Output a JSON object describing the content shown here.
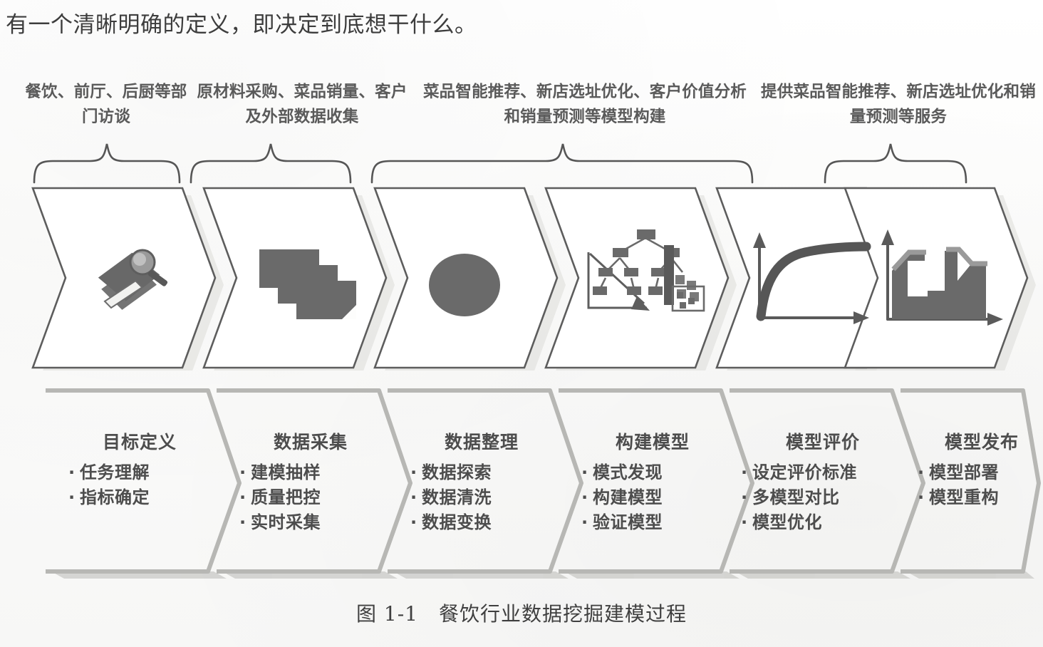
{
  "page": {
    "intro_text": "有一个清晰明确的定义，即决定到底想干什么。",
    "figure_caption": "图 1-1　餐饮行业数据挖掘建模过程"
  },
  "annotations": [
    {
      "id": "ann-interviews",
      "text": "餐饮、前厅、后厨等部门访谈",
      "spans_stages": "1"
    },
    {
      "id": "ann-data-collection",
      "text": "原材料采购、菜品销量、客户及外部数据收集",
      "spans_stages": "2"
    },
    {
      "id": "ann-modeling",
      "text": "菜品智能推荐、新店选址优化、客户价值分析和销量预测等模型构建",
      "spans_stages": "3-5"
    },
    {
      "id": "ann-services",
      "text": "提供菜品智能推荐、新店选址优化和销量预测等服务",
      "spans_stages": "6"
    }
  ],
  "stages": [
    {
      "title": "目标定义",
      "icon": "books-magnifier-icon",
      "bullets": [
        "任务理解",
        "指标确定"
      ]
    },
    {
      "title": "数据采集",
      "icon": "stacked-cards-icon",
      "bullets": [
        "建模抽样",
        "质量把控",
        "实时采集"
      ]
    },
    {
      "title": "数据整理",
      "icon": "ellipse-icon",
      "bullets": [
        "数据探索",
        "数据清洗",
        "数据变换"
      ]
    },
    {
      "title": "构建模型",
      "icon": "decision-tree-chart-icon",
      "bullets": [
        "模式发现",
        "构建模型",
        "验证模型"
      ]
    },
    {
      "title": "模型评价",
      "icon": "rising-curve-chart-icon",
      "bullets": [
        "设定评价标准",
        "多模型对比",
        "模型优化"
      ]
    },
    {
      "title": "模型发布",
      "icon": "bar-area-chart-icon",
      "bullets": [
        "模型部署",
        "模型重构"
      ]
    }
  ],
  "colors": {
    "text": "#4a4a4a",
    "chevron_stroke": "#5d5d5d",
    "chevron_fill": "#ffffff",
    "icon_fill": "#6b6b6b",
    "shadow": "#d5d5d2",
    "stage_stroke": "#b9b9b6",
    "background": "#fdfdfc"
  }
}
